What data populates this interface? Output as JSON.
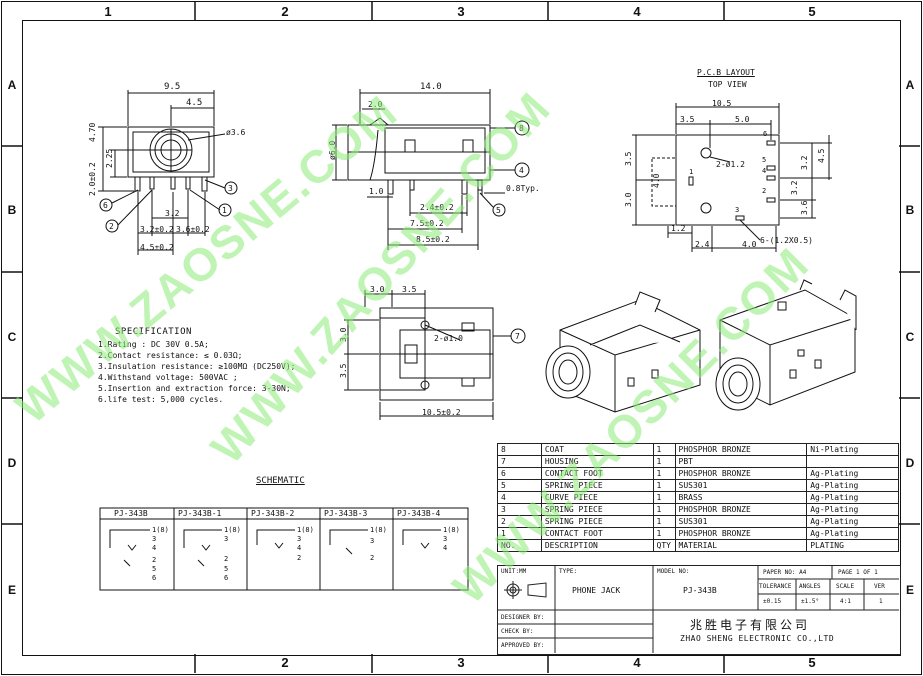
{
  "frame": {
    "columns": [
      "1",
      "2",
      "3",
      "4",
      "5"
    ],
    "rows": [
      "A",
      "B",
      "C",
      "D",
      "E"
    ]
  },
  "watermark": "WWW.ZAOSNE.COM",
  "front_view": {
    "dims": [
      "9.5",
      "4.5",
      "ø3.6",
      "4.70",
      "2.25",
      "2.0±0.2",
      "3.2",
      "3.2±0.2",
      "3.6±0.2",
      "4.5±0.2"
    ],
    "callouts": [
      "6",
      "2",
      "3",
      "1"
    ]
  },
  "side_view": {
    "dims": [
      "14.0",
      "2.0",
      "ø6.0",
      "1.0",
      "2.4±0.2",
      "7.5±0.2",
      "8.5±0.2",
      "0.8Typ."
    ],
    "callouts": [
      "8",
      "4",
      "5"
    ]
  },
  "pcb_layout": {
    "title": "P.C.B LAYOUT",
    "subtitle": "TOP VIEW",
    "dims": [
      "10.5",
      "3.5",
      "5.0",
      "2-ø1.2",
      "3.5",
      "4.0",
      "3.0",
      "3.2",
      "4.5",
      "3.2",
      "3.6",
      "1.2",
      "2.4",
      "4.0",
      "6-(1.2X0.5)"
    ],
    "pin_numbers": [
      "6",
      "5",
      "4",
      "2",
      "3",
      "1"
    ]
  },
  "top_view": {
    "dims": [
      "3.0",
      "3.5",
      "3.0",
      "3.5",
      "2-ø1.0",
      "10.5±0.2"
    ],
    "callouts": [
      "7"
    ]
  },
  "specification": {
    "title": "SPECIFICATION",
    "lines": [
      "1.Rating : DC 30V 0.5A;",
      "2.Contact resistance: ≤ 0.03Ω;",
      "3.Insulation resistance: ≥100MΩ (DC250V);",
      "4.Withstand voltage: 500VAC ;",
      "5.Insertion and extraction force: 3-30N;",
      "6.life test: 5,000 cycles."
    ]
  },
  "schematic": {
    "title": "SCHEMATIC",
    "variants": [
      {
        "name": "PJ-343B",
        "pins": [
          "1(8)",
          "3",
          "4",
          "2",
          "5",
          "6"
        ]
      },
      {
        "name": "PJ-343B-1",
        "pins": [
          "1(8)",
          "3",
          "2",
          "5",
          "6"
        ]
      },
      {
        "name": "PJ-343B-2",
        "pins": [
          "1(8)",
          "3",
          "4",
          "2"
        ]
      },
      {
        "name": "PJ-343B-3",
        "pins": [
          "1(8)",
          "3",
          "2"
        ]
      },
      {
        "name": "PJ-343B-4",
        "pins": [
          "1(8)",
          "3",
          "4"
        ]
      }
    ]
  },
  "bom": {
    "header": [
      "NO.",
      "DESCRIPTION",
      "QTY",
      "MATERIAL",
      "PLATING"
    ],
    "rows": [
      [
        "8",
        "COAT",
        "1",
        "PHOSPHOR BRONZE",
        "Ni-Plating"
      ],
      [
        "7",
        "HOUSING",
        "1",
        "PBT",
        ""
      ],
      [
        "6",
        "CONTACT FOOT",
        "1",
        "PHOSPHOR BRONZE",
        "Ag-Plating"
      ],
      [
        "5",
        "SPRING PIECE",
        "1",
        "SUS301",
        "Ag-Plating"
      ],
      [
        "4",
        "CURVE PIECE",
        "1",
        "BRASS",
        "Ag-Plating"
      ],
      [
        "3",
        "SPRING PIECE",
        "1",
        "PHOSPHOR BRONZE",
        "Ag-Plating"
      ],
      [
        "2",
        "SPRING PIECE",
        "1",
        "SUS301",
        "Ag-Plating"
      ],
      [
        "1",
        "CONTACT FOOT",
        "1",
        "PHOSPHOR BRONZE",
        "Ag-Plating"
      ]
    ]
  },
  "title_block": {
    "unit": "UNIT:MM",
    "type_label": "TYPE:",
    "type_value": "PHONE JACK",
    "model_label": "MODEL NO:",
    "model_value": "PJ-343B",
    "paper": "PAPER NO: A4",
    "page": "PAGE 1 OF 1",
    "tol_headers": [
      "TOLERANCE",
      "ANGLES",
      "SCALE",
      "VER"
    ],
    "tol_values": [
      "±0.15",
      "±1.5°",
      "4:1",
      "1"
    ],
    "designer": "DESIGNER BY:",
    "check": "CHECK    BY:",
    "approved": "APPROVED BY:",
    "company_cn": "兆胜电子有限公司",
    "company_en": "ZHAO SHENG ELECTRONIC CO.,LTD"
  }
}
